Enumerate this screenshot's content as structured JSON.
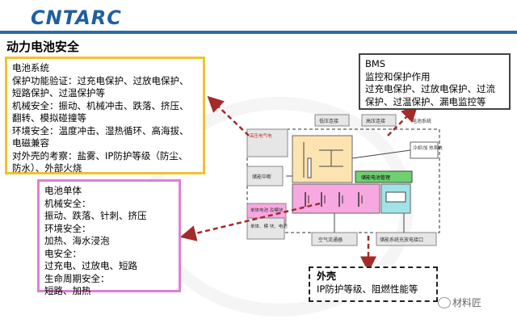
{
  "header": {
    "logo_text": "CNTARC",
    "page_title": "动力电池安全"
  },
  "colors": {
    "brand": "#1f5f9e",
    "system_border": "#f2c12e",
    "cell_border": "#e07fd1",
    "arrow": "#a52a2a",
    "module_yellow": "#fde3b0",
    "module_pink": "#f7a8e0",
    "module_teal": "#9fe3e6"
  },
  "system_box": {
    "lines": [
      "电池系统",
      "保护功能验证：过充电保护、过放电保护、",
      "短路保护、过温保护等",
      "机械安全：振动、机械冲击、跌落、挤压、",
      "翻转、模拟碰撞等",
      "环境安全：温度冲击、湿热循环、高海拔、",
      "电磁兼容",
      "对外壳的考察：盐雾、IP防护等级（防尘、",
      "防水）、外部火烧"
    ]
  },
  "cell_box": {
    "lines": [
      "电池单体",
      "机械安全：",
      "振动、跌落、针刺、挤压",
      "环境安全：",
      "加热、海水浸泡",
      "电安全：",
      "过充电、过放电、短路",
      "生命周期安全：",
      "短路、加热"
    ]
  },
  "bms_box": {
    "lines": [
      "BMS",
      "监控和保护作用",
      "过充电保护、过放电保护、过流",
      "保护、过温保护、漏电监控等"
    ]
  },
  "case_box": {
    "title": "外壳",
    "text": "IP防护等级、阻燃性能等"
  },
  "diagram": {
    "labels": {
      "high_voltage": "高压电气电\n器等(继电\n器、熔断",
      "top_a": "低压连接",
      "top_b": "高压连接",
      "top_c": "电池系统",
      "right_cool": "冷却/加\n热系统",
      "bms_unit": "储能电池管理",
      "mid_left": "储能中断",
      "pink_left": "单体电池\n及模块",
      "bottom_left": "单体、模\n块、电池",
      "bottom_mid": "空气流通器",
      "bottom_right": "储能系统充放电接口"
    }
  },
  "watermark": {
    "text": "材料匠"
  }
}
